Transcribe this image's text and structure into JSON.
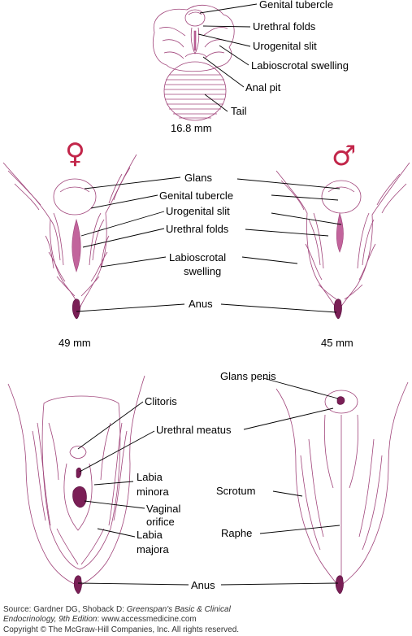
{
  "colors": {
    "ink": "#a0447a",
    "fill": "#c2649c",
    "dark": "#7a1f56",
    "text": "#000000"
  },
  "top_panel": {
    "labels": {
      "genital_tubercle": "Genital tubercle",
      "urethral_folds": "Urethral folds",
      "urogenital_slit": "Urogenital slit",
      "labioscrotal_swelling": "Labioscrotal swelling",
      "anal_pit": "Anal pit",
      "tail": "Tail"
    },
    "size": "16.8 mm"
  },
  "middle_panel": {
    "female_symbol": "♀",
    "male_symbol": "♂",
    "labels": {
      "glans": "Glans",
      "genital_tubercle": "Genital tubercle",
      "urogenital_slit": "Urogenital slit",
      "urethral_folds": "Urethral folds",
      "labioscrotal_line1": "Labioscrotal",
      "labioscrotal_line2": "swelling",
      "anus": "Anus"
    },
    "female_size": "49 mm",
    "male_size": "45 mm"
  },
  "bottom_panel": {
    "labels": {
      "glans_penis": "Glans penis",
      "clitoris": "Clitoris",
      "urethral_meatus": "Urethral meatus",
      "labia_minora_1": "Labia",
      "labia_minora_2": "minora",
      "scrotum": "Scrotum",
      "vaginal_orifice_1": "Vaginal",
      "vaginal_orifice_2": "orifice",
      "raphe": "Raphe",
      "labia_majora_1": "Labia",
      "labia_majora_2": "majora",
      "anus": "Anus"
    }
  },
  "source": {
    "prefix": "Source: Gardner DG, Shoback D: ",
    "title_italic": "Greenspan's Basic & Clinical",
    "line2_italic": "Endocrinology, 9th Edition",
    "line2_rest": ": www.accessmedicine.com",
    "copyright": "Copyright © The McGraw-Hill Companies, Inc. All rights reserved."
  }
}
